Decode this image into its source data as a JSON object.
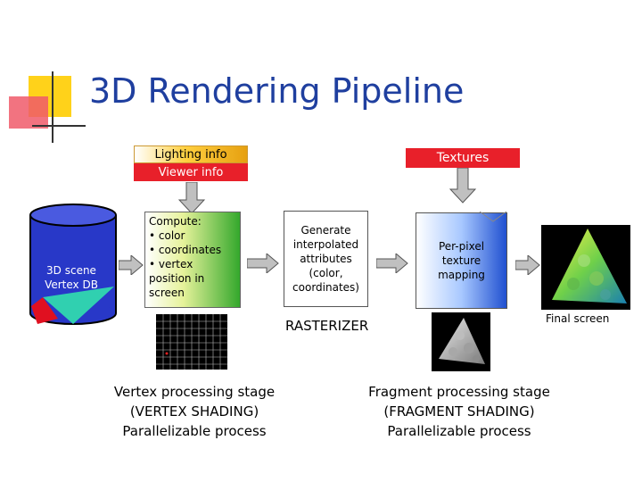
{
  "slide": {
    "title": "3D Rendering Pipeline"
  },
  "inputs": {
    "lighting_info": "Lighting info",
    "viewer_info": "Viewer info",
    "textures": "Textures"
  },
  "database": {
    "line1": "3D scene",
    "line2": "Vertex DB"
  },
  "compute_box": {
    "lines": [
      "Compute:",
      "• color",
      "• coordinates",
      "• vertex",
      "position in",
      "screen"
    ]
  },
  "generate_box": {
    "lines": [
      "Generate",
      "interpolated",
      "attributes",
      "(color,",
      "coordinates)"
    ]
  },
  "texture_box": {
    "lines": [
      "Per-pixel",
      "texture",
      "mapping"
    ]
  },
  "labels": {
    "rasterizer": "RASTERIZER",
    "final_screen": "Final screen"
  },
  "captions": {
    "vertex": [
      "Vertex processing stage",
      "(VERTEX SHADING)",
      "Parallelizable process"
    ],
    "fragment": [
      "Fragment processing stage",
      "(FRAGMENT SHADING)",
      "Parallelizable process"
    ]
  },
  "colors": {
    "title": "#1f3f9f",
    "red_box": "#e8202a",
    "arrow_fill": "#c0c0c0"
  }
}
